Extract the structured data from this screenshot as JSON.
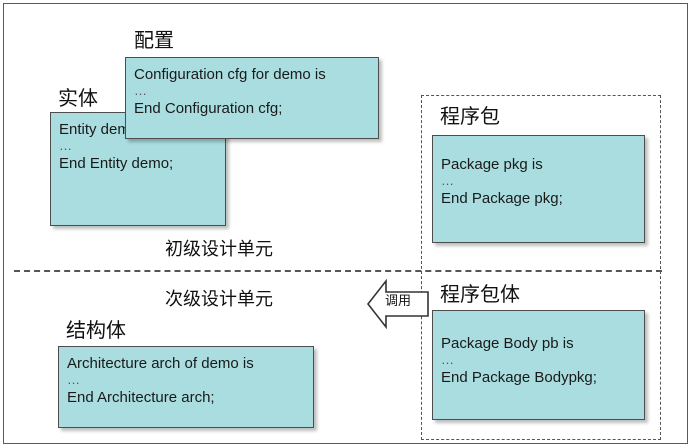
{
  "diagram": {
    "labels": {
      "config": "配置",
      "entity": "实体",
      "package": "程序包",
      "primary_units": "初级设计单元",
      "secondary_units": "次级设计单元",
      "package_body": "程序包体",
      "architecture": "结构体",
      "call": "调用"
    },
    "boxes": {
      "config": {
        "line1": "Configuration cfg for demo is",
        "line2": "…",
        "line3": "End Configuration cfg;"
      },
      "entity": {
        "line1": "Entity demo is",
        "line2": "…",
        "line3": "End Entity demo;"
      },
      "package": {
        "line1": "Package pkg is",
        "line2": "…",
        "line3": "End Package pkg;"
      },
      "package_body": {
        "line1": "Package Body pb is",
        "line2": "…",
        "line3": "End Package Bodypkg;"
      },
      "architecture": {
        "line1": "Architecture arch of demo is",
        "line2": "…",
        "line3": "End Architecture arch;"
      }
    },
    "colors": {
      "box_fill": "#a9dde0",
      "box_border": "#4d4d4d",
      "dash_line": "#555555"
    }
  }
}
